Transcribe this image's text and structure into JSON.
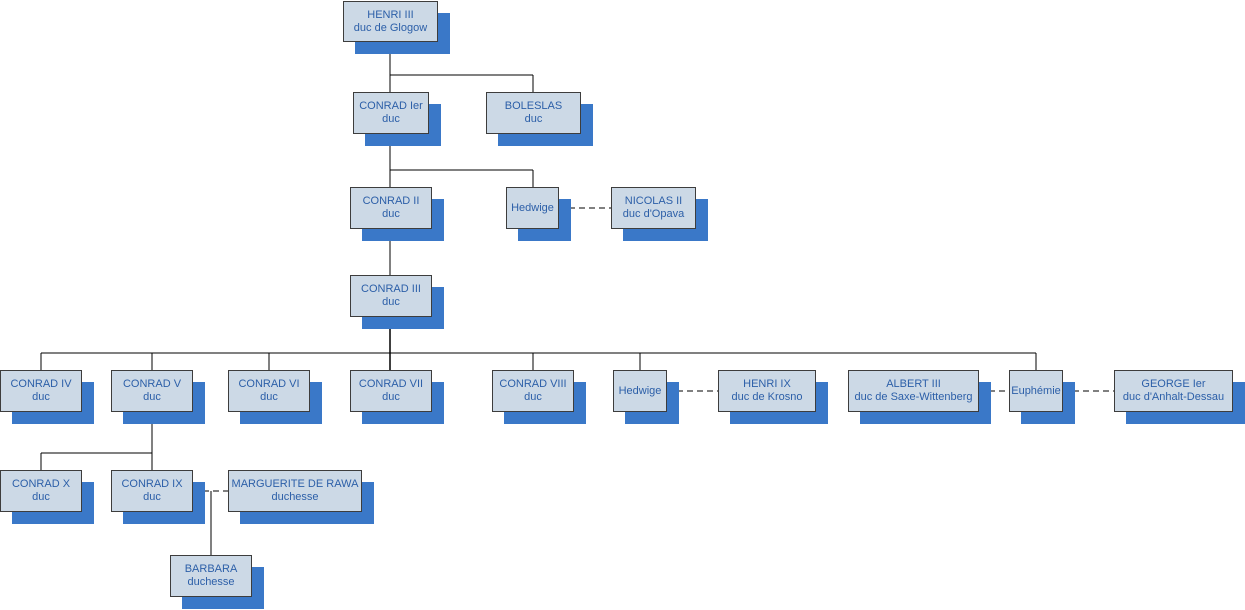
{
  "colors": {
    "node_fill": "#ccd9e6",
    "node_border": "#3d3d3d",
    "node_shadow": "#3a78c8",
    "node_text": "#2c5fa8",
    "connector": "#000000"
  },
  "people": {
    "henri3": {
      "name": "HENRI III",
      "title": "duc de Glogow"
    },
    "conrad1": {
      "name": "CONRAD Ier",
      "title": "duc"
    },
    "boleslas": {
      "name": "BOLESLAS",
      "title": "duc"
    },
    "conrad2": {
      "name": "CONRAD II",
      "title": "duc"
    },
    "hedwige1": {
      "name": "Hedwige",
      "title": ""
    },
    "nicolas2": {
      "name": "NICOLAS II",
      "title": "duc d'Opava"
    },
    "conrad3": {
      "name": "CONRAD III",
      "title": "duc"
    },
    "conrad4": {
      "name": "CONRAD IV",
      "title": "duc"
    },
    "conrad5": {
      "name": "CONRAD V",
      "title": "duc"
    },
    "conrad6": {
      "name": "CONRAD VI",
      "title": "duc"
    },
    "conrad7": {
      "name": "CONRAD VII",
      "title": "duc"
    },
    "conrad8": {
      "name": "CONRAD VIII",
      "title": "duc"
    },
    "hedwige2": {
      "name": "Hedwige",
      "title": ""
    },
    "henri9": {
      "name": "HENRI IX",
      "title": "duc de Krosno"
    },
    "albert3": {
      "name": "ALBERT III",
      "title": "duc de Saxe-Wittenberg"
    },
    "euphemie": {
      "name": "Euphémie",
      "title": ""
    },
    "george1": {
      "name": "GEORGE Ier",
      "title": "duc d'Anhalt-Dessau"
    },
    "conrad10": {
      "name": "CONRAD X",
      "title": "duc"
    },
    "conrad9": {
      "name": "CONRAD IX",
      "title": "duc"
    },
    "marguerite": {
      "name": "MARGUERITE DE RAWA",
      "title": "duchesse"
    },
    "barbara": {
      "name": "BARBARA",
      "title": "duchesse"
    }
  },
  "descent": [
    {
      "parent": "henri3",
      "children": [
        "conrad1",
        "boleslas"
      ]
    },
    {
      "parent": "conrad1",
      "children": [
        "conrad2",
        "hedwige1"
      ]
    },
    {
      "parent": "conrad2",
      "children": [
        "conrad3"
      ]
    },
    {
      "parent": "conrad3",
      "children": [
        "conrad4",
        "conrad5",
        "conrad6",
        "conrad7",
        "conrad8",
        "hedwige2",
        "euphemie"
      ]
    },
    {
      "parent": "conrad5",
      "children": [
        "conrad10",
        "conrad9"
      ]
    }
  ],
  "marriages": [
    {
      "a": "hedwige1",
      "b": "nicolas2"
    },
    {
      "a": "hedwige2",
      "b": "henri9"
    },
    {
      "a": "albert3",
      "b": "euphemie"
    },
    {
      "a": "euphemie",
      "b": "george1"
    },
    {
      "a": "conrad9",
      "b": "marguerite",
      "children": [
        "barbara"
      ]
    }
  ]
}
